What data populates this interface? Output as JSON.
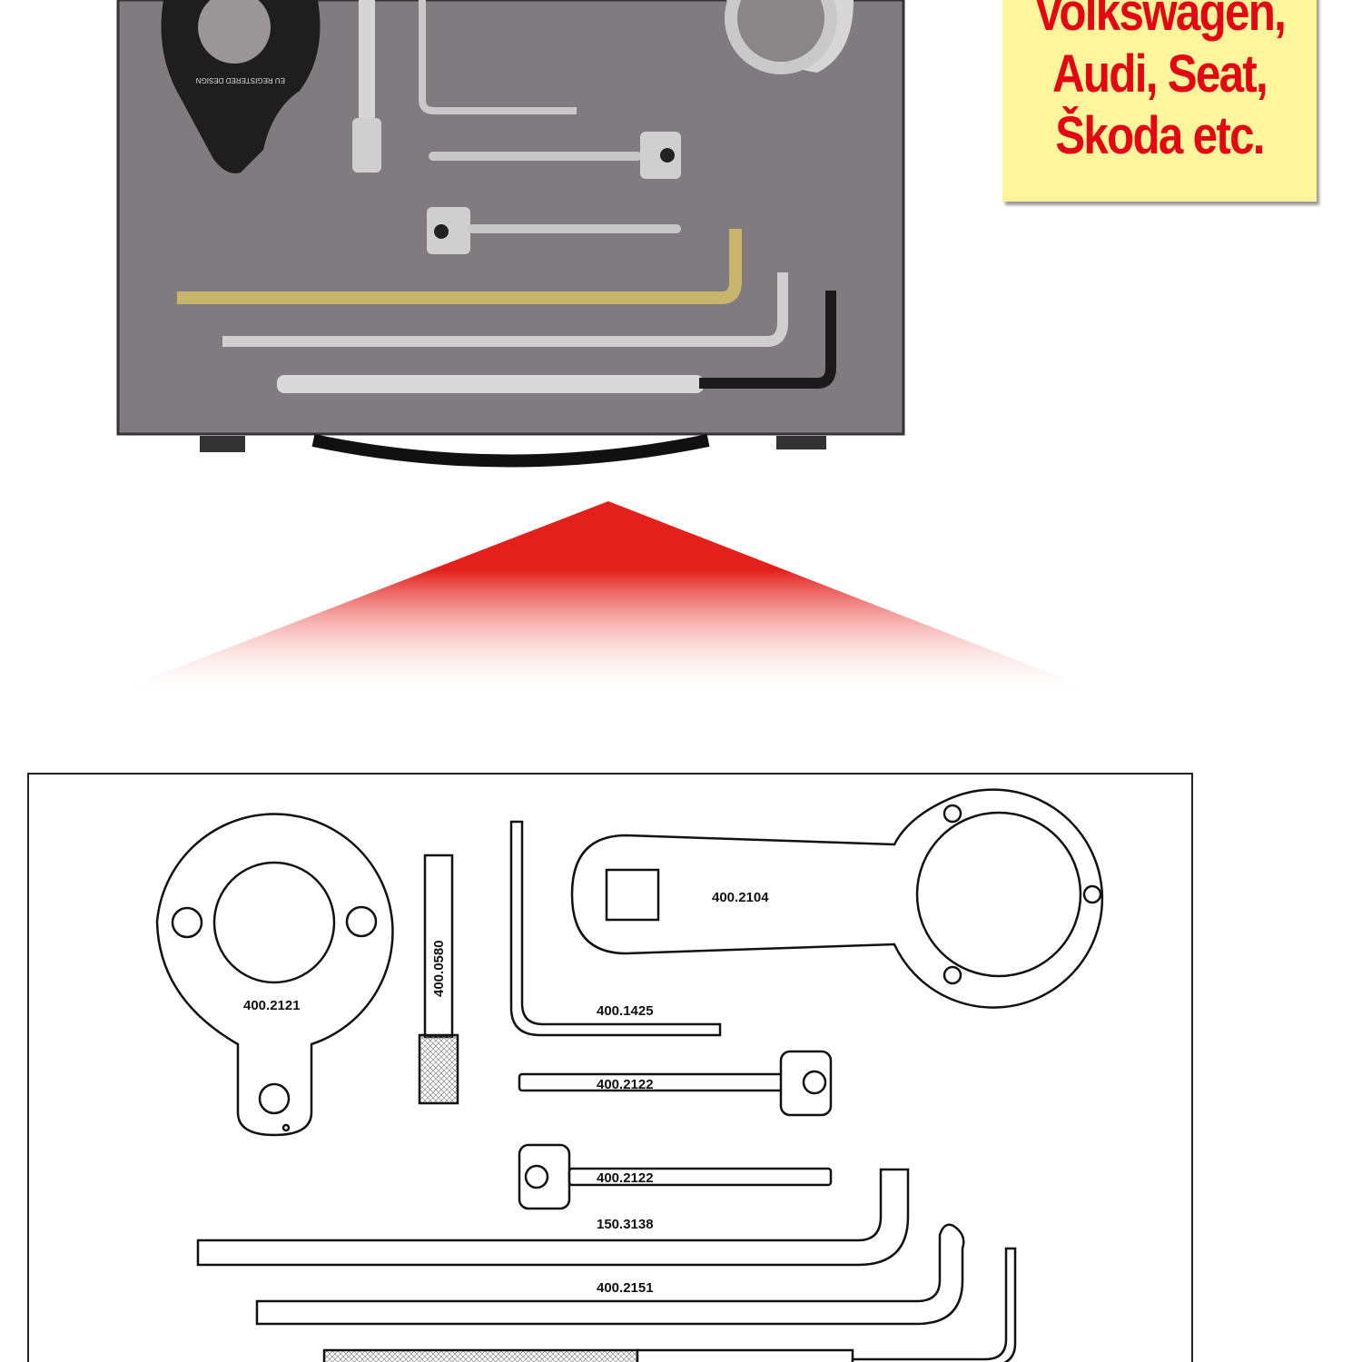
{
  "note": {
    "lines": [
      "Volkswagen,",
      "Audi, Seat,",
      "Škoda etc."
    ]
  },
  "case": {
    "embossed_text": "EU REGISTERED DESIGN"
  },
  "diagram": {
    "labels": [
      "400.2121",
      "400.0580",
      "400.1425",
      "400.2104",
      "400.2122",
      "400.2122",
      "150.3138",
      "400.2151"
    ]
  },
  "colors": {
    "accent": "#e3201b",
    "note_bg": "#fff59d",
    "note_text": "#e30613",
    "case": "#807c7f"
  }
}
